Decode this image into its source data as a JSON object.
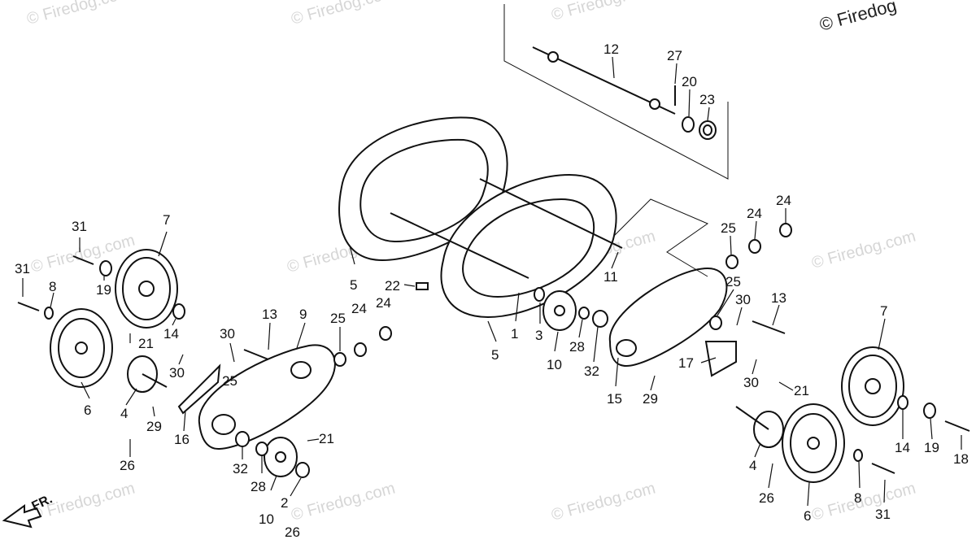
{
  "watermark": {
    "text": "© Firedog.com",
    "corner_text": "© Firedog"
  },
  "direction_marker": "FR.",
  "callouts": [
    {
      "id": "c1",
      "label": "31"
    },
    {
      "id": "c2",
      "label": "7"
    },
    {
      "id": "c3",
      "label": "31"
    },
    {
      "id": "c4",
      "label": "8"
    },
    {
      "id": "c5",
      "label": "19"
    },
    {
      "id": "c6",
      "label": "21"
    },
    {
      "id": "c7",
      "label": "14"
    },
    {
      "id": "c8",
      "label": "6"
    },
    {
      "id": "c9",
      "label": "4"
    },
    {
      "id": "c10",
      "label": "30"
    },
    {
      "id": "c11",
      "label": "29"
    },
    {
      "id": "c12",
      "label": "26"
    },
    {
      "id": "c13",
      "label": "30"
    },
    {
      "id": "c14",
      "label": "25"
    },
    {
      "id": "c15",
      "label": "13"
    },
    {
      "id": "c16",
      "label": "9"
    },
    {
      "id": "c17",
      "label": "16"
    },
    {
      "id": "c18",
      "label": "32"
    },
    {
      "id": "c19",
      "label": "28"
    },
    {
      "id": "c20",
      "label": "10"
    },
    {
      "id": "c21",
      "label": "2"
    },
    {
      "id": "c22",
      "label": "26"
    },
    {
      "id": "c23",
      "label": "21"
    },
    {
      "id": "c24",
      "label": "25"
    },
    {
      "id": "c25",
      "label": "24"
    },
    {
      "id": "c26",
      "label": "24"
    },
    {
      "id": "c27",
      "label": "5"
    },
    {
      "id": "c28",
      "label": "22"
    },
    {
      "id": "c29",
      "label": "5"
    },
    {
      "id": "c30",
      "label": "1"
    },
    {
      "id": "c31",
      "label": "3"
    },
    {
      "id": "c32",
      "label": "10"
    },
    {
      "id": "c33",
      "label": "28"
    },
    {
      "id": "c34",
      "label": "32"
    },
    {
      "id": "c35",
      "label": "15"
    },
    {
      "id": "c36",
      "label": "11"
    },
    {
      "id": "c37",
      "label": "12"
    },
    {
      "id": "c38",
      "label": "27"
    },
    {
      "id": "c39",
      "label": "20"
    },
    {
      "id": "c40",
      "label": "23"
    },
    {
      "id": "c41",
      "label": "24"
    },
    {
      "id": "c42",
      "label": "24"
    },
    {
      "id": "c43",
      "label": "25"
    },
    {
      "id": "c44",
      "label": "25"
    },
    {
      "id": "c45",
      "label": "30"
    },
    {
      "id": "c46",
      "label": "13"
    },
    {
      "id": "c47",
      "label": "17"
    },
    {
      "id": "c48",
      "label": "29"
    },
    {
      "id": "c49",
      "label": "30"
    },
    {
      "id": "c50",
      "label": "21"
    },
    {
      "id": "c51",
      "label": "7"
    },
    {
      "id": "c52",
      "label": "14"
    },
    {
      "id": "c53",
      "label": "19"
    },
    {
      "id": "c54",
      "label": "18"
    },
    {
      "id": "c55",
      "label": "4"
    },
    {
      "id": "c56",
      "label": "26"
    },
    {
      "id": "c57",
      "label": "6"
    },
    {
      "id": "c58",
      "label": "8"
    },
    {
      "id": "c59",
      "label": "31"
    }
  ]
}
